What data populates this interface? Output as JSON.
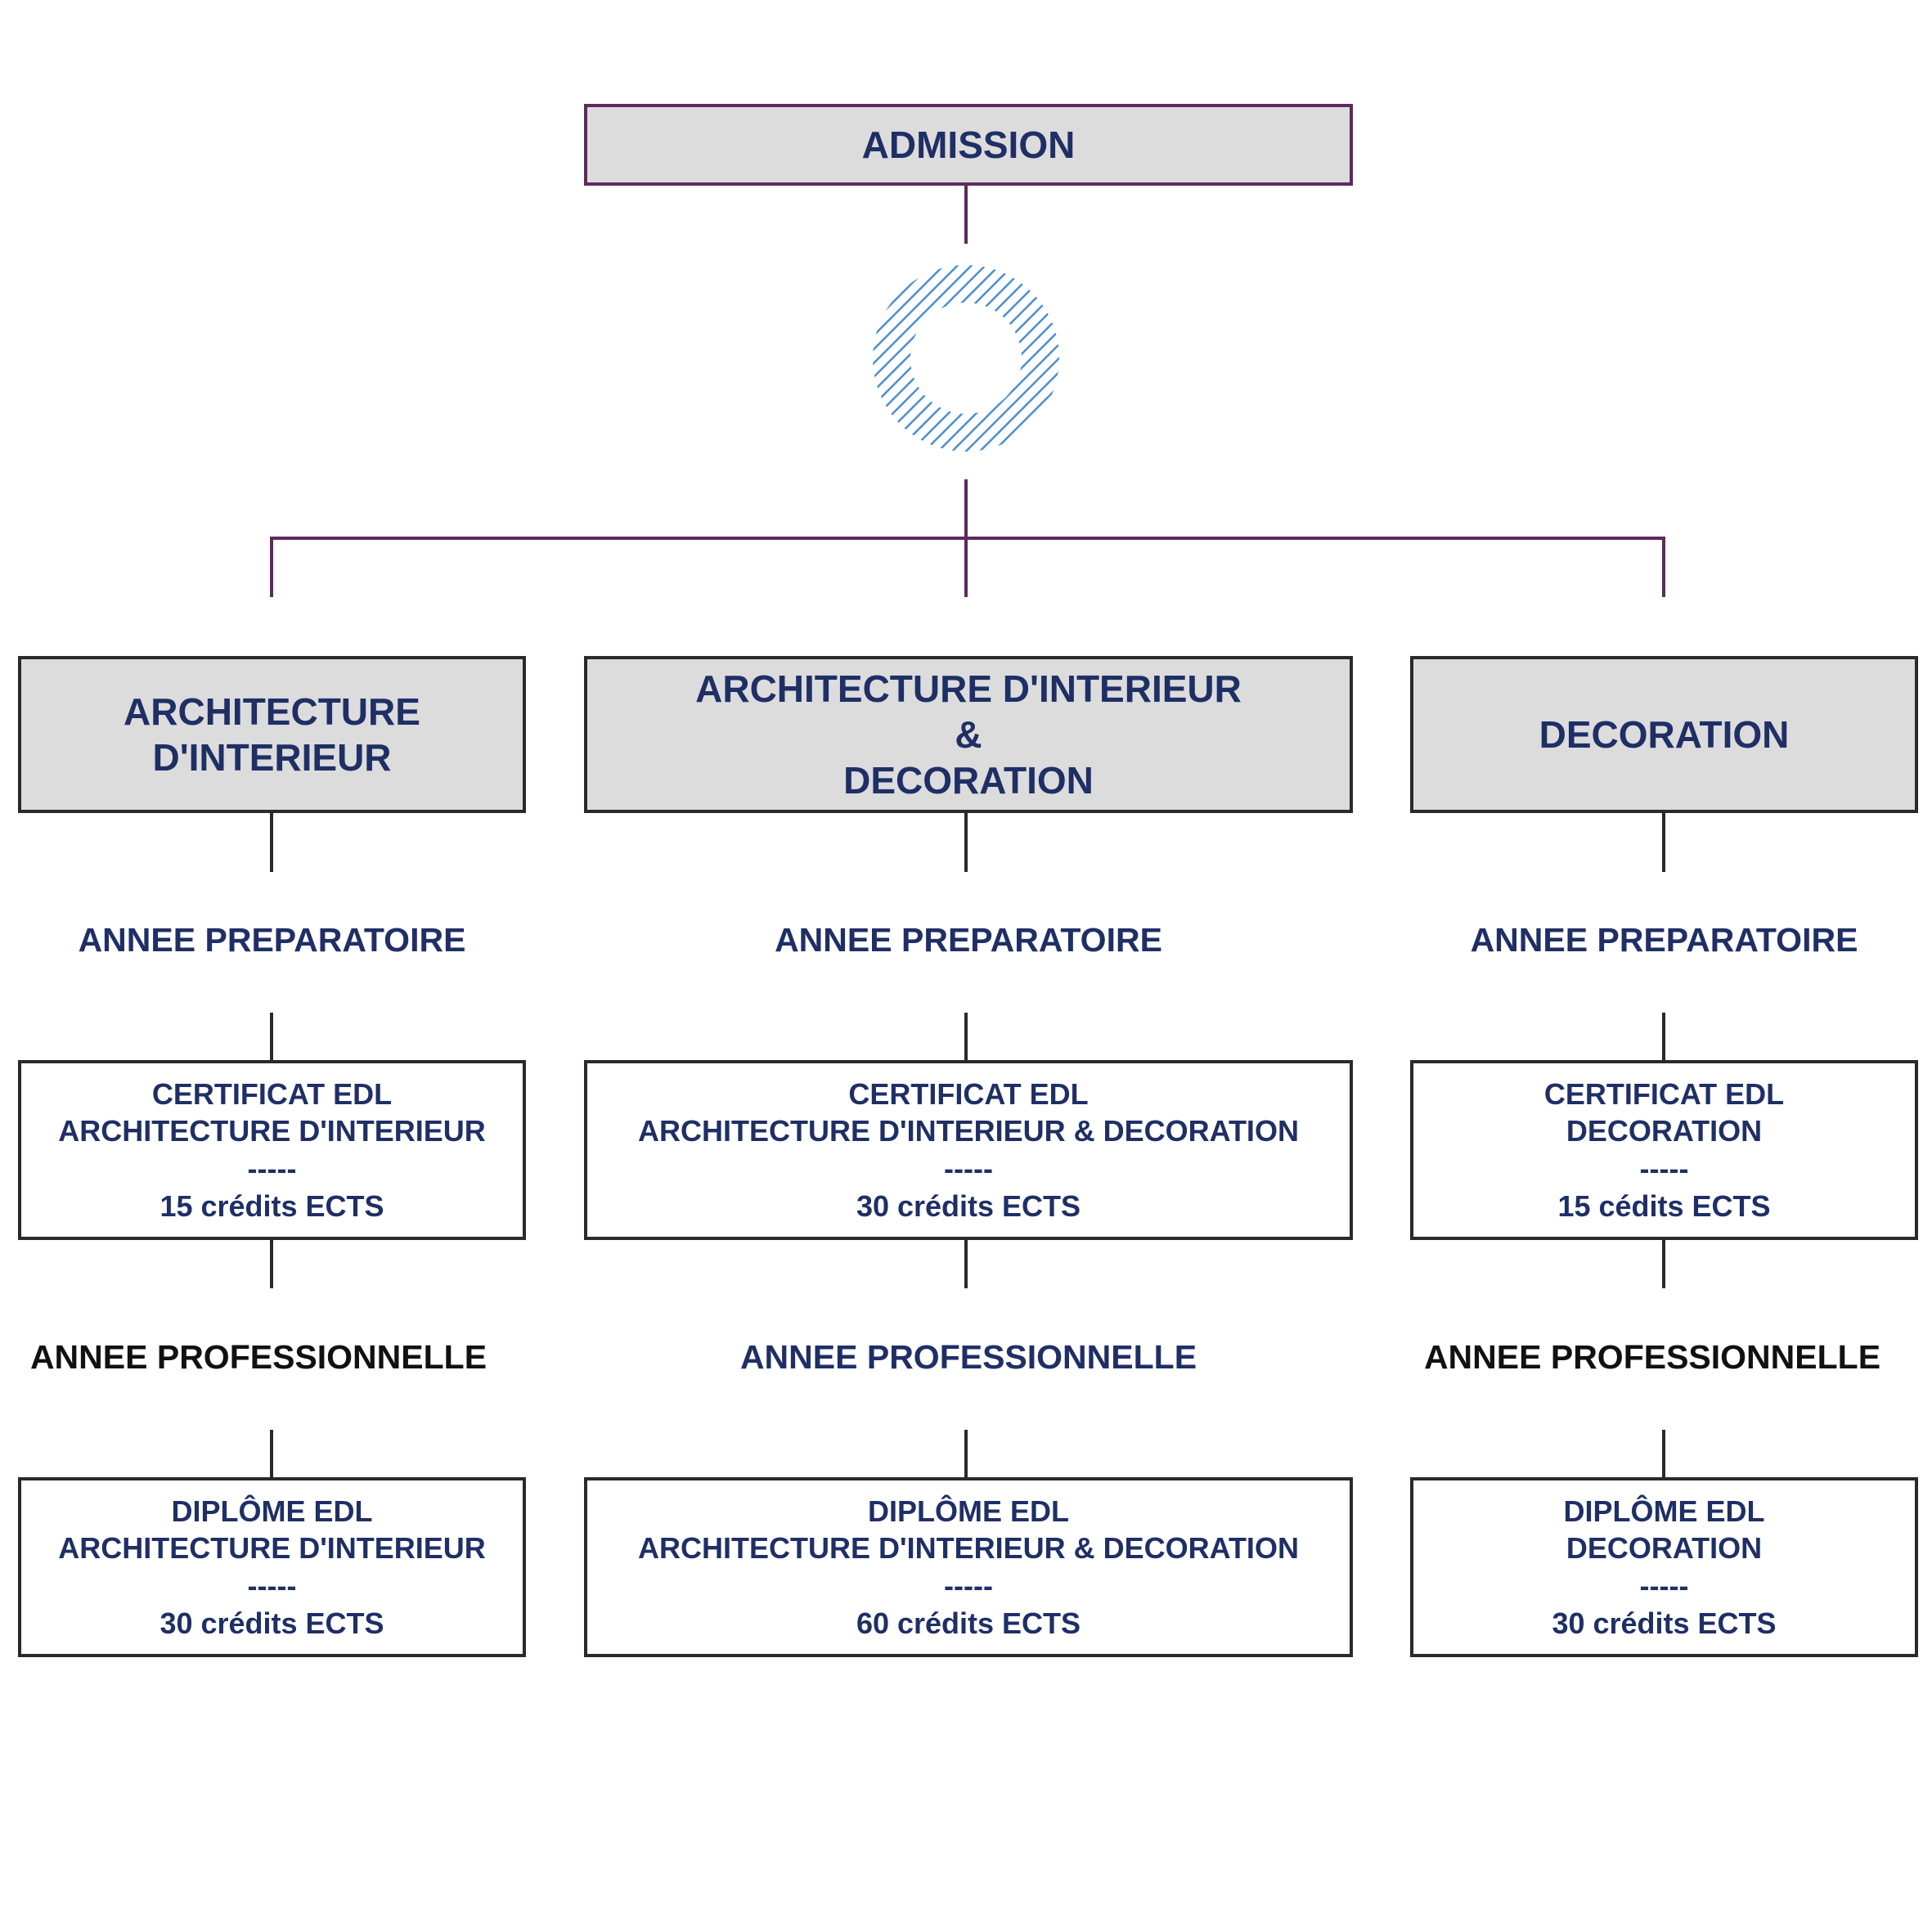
{
  "top": {
    "title": "ADMISSION"
  },
  "columns": [
    {
      "heading": [
        "ARCHITECTURE",
        "D'INTERIEUR"
      ],
      "year1": "ANNEE PREPARATOIRE",
      "certificate": {
        "line1": "CERTIFICAT EDL",
        "line2": "ARCHITECTURE D'INTERIEUR",
        "separator": "-----",
        "credits": "15 crédits ECTS"
      },
      "year2": "ANNEE PROFESSIONNELLE",
      "diploma": {
        "line1": "DIPLÔME EDL",
        "line2": "ARCHITECTURE D'INTERIEUR",
        "separator": "-----",
        "credits": "30 crédits ECTS"
      }
    },
    {
      "heading": [
        "ARCHITECTURE D'INTERIEUR",
        "&",
        "DECORATION"
      ],
      "year1": "ANNEE PREPARATOIRE",
      "certificate": {
        "line1": "CERTIFICAT EDL",
        "line2": "ARCHITECTURE D'INTERIEUR & DECORATION",
        "separator": "-----",
        "credits": "30 crédits ECTS"
      },
      "year2": "ANNEE PROFESSIONNELLE",
      "diploma": {
        "line1": "DIPLÔME EDL",
        "line2": "ARCHITECTURE D'INTERIEUR & DECORATION",
        "separator": "-----",
        "credits": "60 crédits ECTS"
      }
    },
    {
      "heading": [
        "DECORATION"
      ],
      "year1": "ANNEE PREPARATOIRE",
      "certificate": {
        "line1": "CERTIFICAT EDL",
        "line2": "DECORATION",
        "separator": "-----",
        "credits": "15 cédits ECTS"
      },
      "year2": "ANNEE PROFESSIONNELLE",
      "diploma": {
        "line1": "DIPLÔME EDL",
        "line2": "DECORATION",
        "separator": "-----",
        "credits": "30 crédits ECTS"
      }
    }
  ],
  "colors": {
    "text_blue": "#1f2f66",
    "connector_purple": "#5e2a5e",
    "box_border": "#2a2a2a",
    "box_fill_grey": "#dcdcdc",
    "ring_blue": "#4a8fd4"
  },
  "icons": {
    "hub": "hatched-ring-icon"
  }
}
